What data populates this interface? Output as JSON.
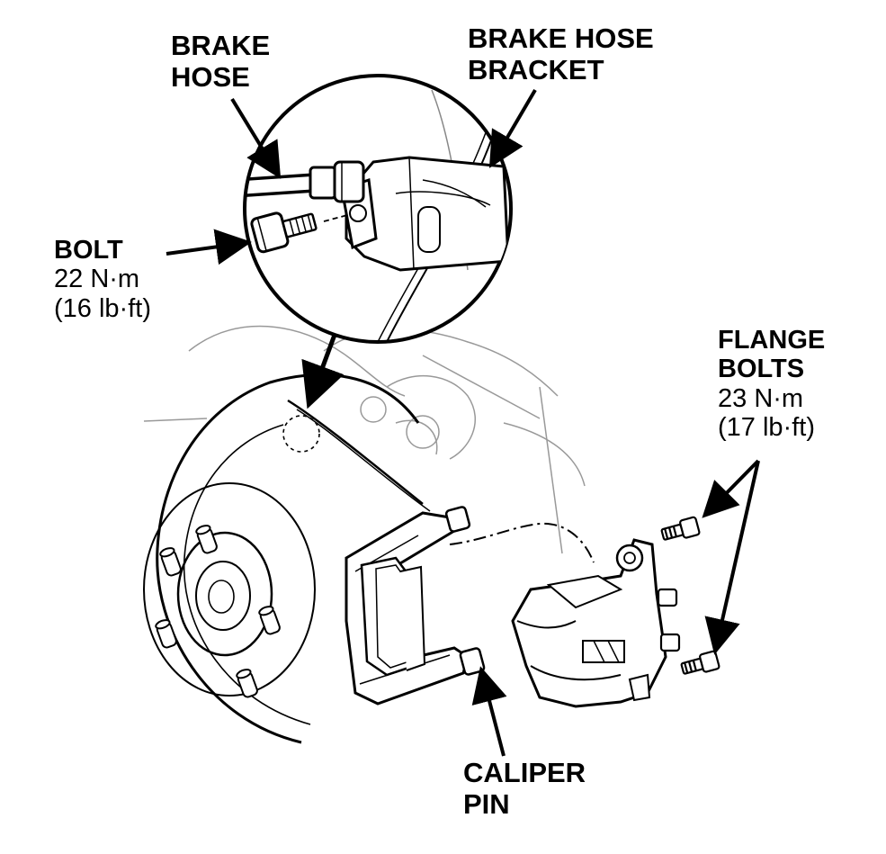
{
  "labels": {
    "brake_hose": [
      "BRAKE",
      "HOSE"
    ],
    "brake_hose_bracket": [
      "BRAKE HOSE",
      "BRACKET"
    ],
    "bolt": {
      "name": "BOLT",
      "torque_metric": "22 N·m",
      "torque_imperial": "(16 lb·ft)"
    },
    "flange_bolts": {
      "name_line1": "FLANGE",
      "name_line2": "BOLTS",
      "torque_metric": "23 N·m",
      "torque_imperial": "(17 lb·ft)"
    },
    "caliper_pin": [
      "CALIPER",
      "PIN"
    ]
  },
  "colors": {
    "ink": "#000000",
    "paper": "#ffffff"
  }
}
